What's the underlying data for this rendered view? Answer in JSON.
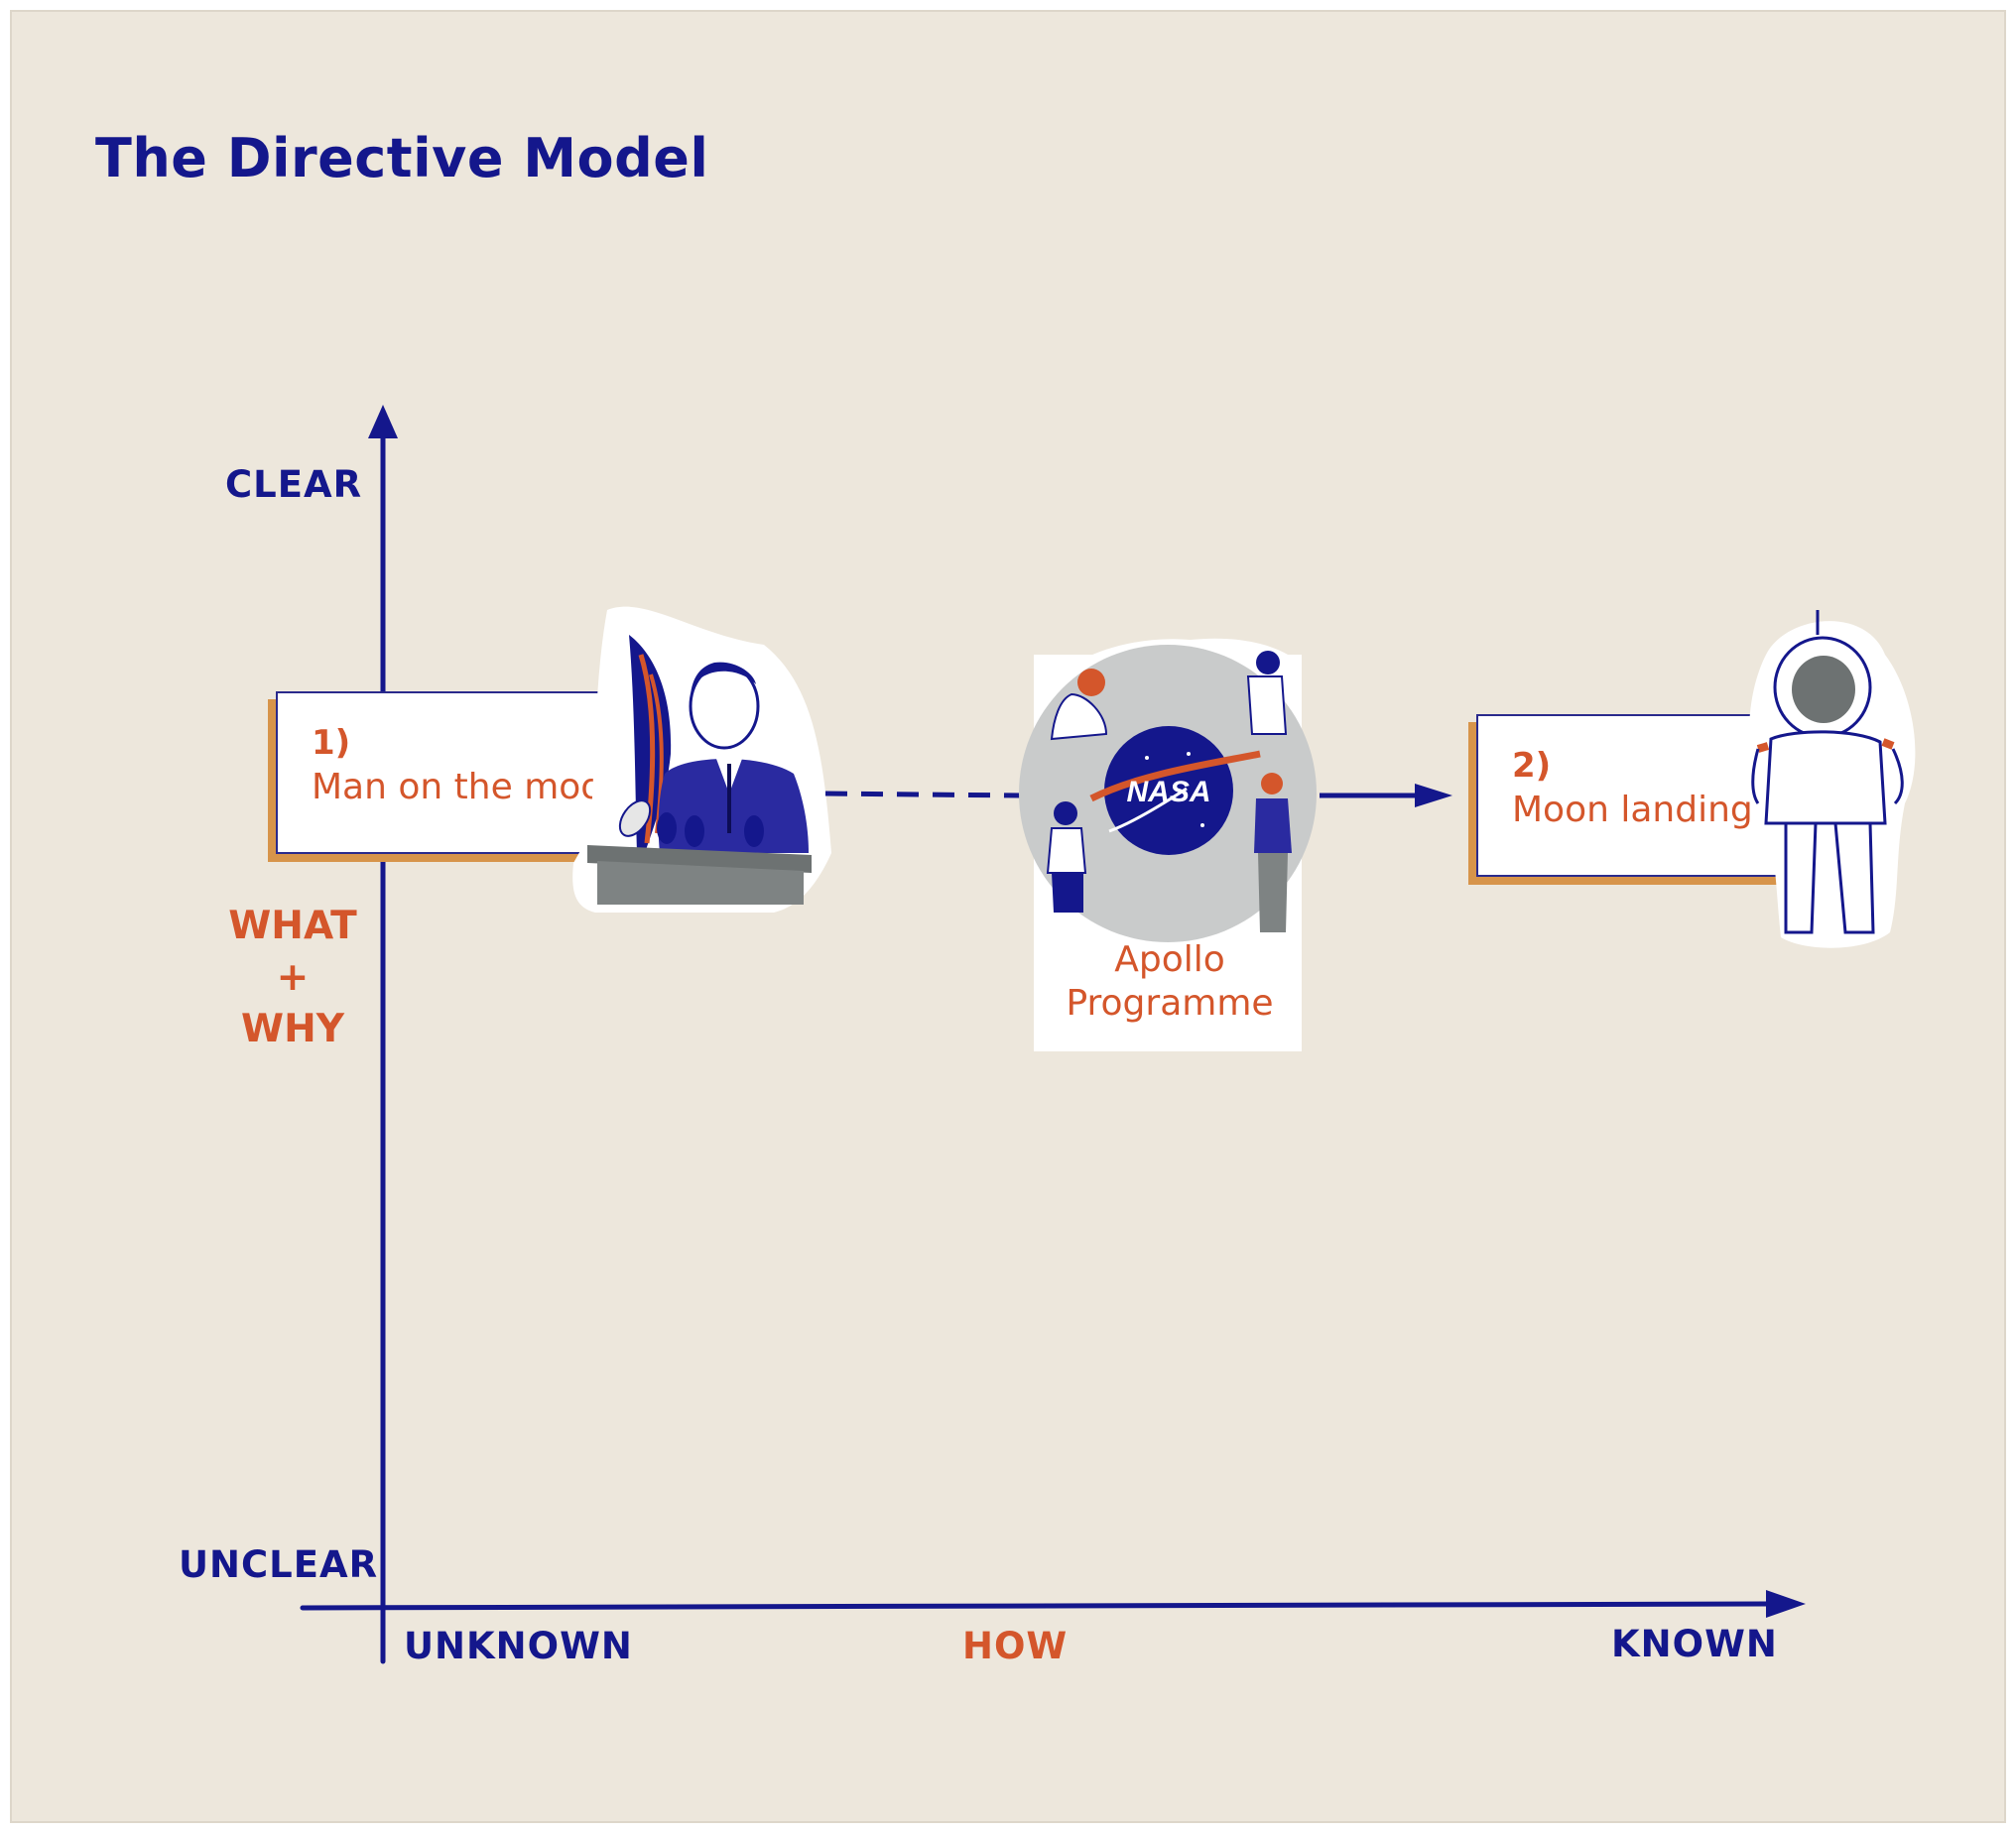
{
  "title": "The Directive Model",
  "axes": {
    "y_top": "CLEAR",
    "y_bottom": "UNCLEAR",
    "y_label_what": "WHAT",
    "y_label_plus": "+",
    "y_label_why": "WHY",
    "x_left": "UNKNOWN",
    "x_label": "HOW",
    "x_right": "KNOWN"
  },
  "nodes": {
    "start": {
      "number": "1)",
      "label": "Man on the moon"
    },
    "middle": {
      "label_line1": "Apollo",
      "label_line2": "Programme",
      "logo_text": "NASA"
    },
    "end": {
      "number": "2)",
      "label": "Moon landing"
    }
  },
  "colors": {
    "navy": "#14178C",
    "orange": "#D4562B",
    "box_shadow": "#D7944A",
    "background": "#EDE7DC"
  }
}
